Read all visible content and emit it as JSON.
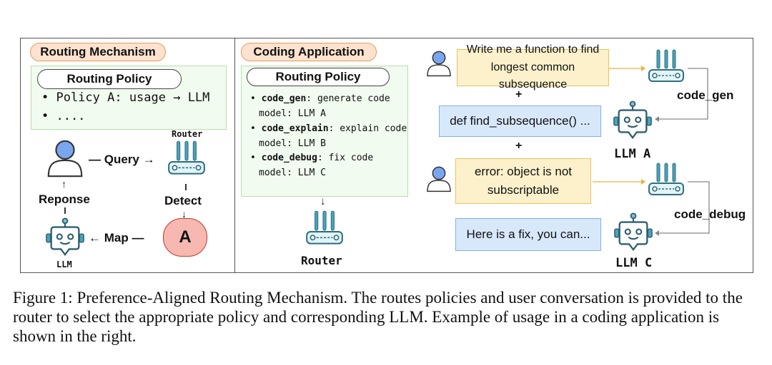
{
  "left_panel": {
    "title": "Routing Mechanism",
    "policy_title": "Routing Policy",
    "policy_lines": [
      "• Policy A: usage → LLM",
      "• ...."
    ],
    "router_label": "Router",
    "query_label": "— Query →",
    "detect_label": "Detect",
    "response_label": "Reponse",
    "map_label": "← Map —",
    "policy_node": "A",
    "llm_label": "LLM"
  },
  "right_panel": {
    "title": "Coding Application",
    "policy_title": "Routing Policy",
    "policies": [
      {
        "key": "code_gen",
        "desc": "generate code",
        "model": "model: LLM A"
      },
      {
        "key": "code_explain",
        "desc": "explain code",
        "model": "model: LLM B"
      },
      {
        "key": "code_debug",
        "desc": "fix code",
        "model": "model: LLM C"
      }
    ],
    "router_label": "Router",
    "conversation": {
      "msg1": "Write me a function to find longest common subsequence",
      "reply1": "def find_subsequence() ...",
      "msg2": "error: object is not subscriptable",
      "reply2": "Here is a fix, you can...",
      "plus": "+",
      "route1": "code_gen",
      "route2": "code_debug",
      "llm1": "LLM A",
      "llm2": "LLM C"
    }
  },
  "caption": "Figure 1: Preference-Aligned Routing Mechanism. The routes policies and user conversation is provided to the router to select the appropriate policy and corresponding LLM. Example of usage in a coding application is shown in the right.",
  "colors": {
    "pill_fill": "#fde3cf",
    "policy_fill": "#f1fbef",
    "user_blue": "#7aa6f0",
    "router_teal": "#4aa3b8",
    "node_red": "#f6b8b0",
    "bubble_yellow": "#fdf1cc",
    "bubble_blue": "#d8e8fb"
  }
}
